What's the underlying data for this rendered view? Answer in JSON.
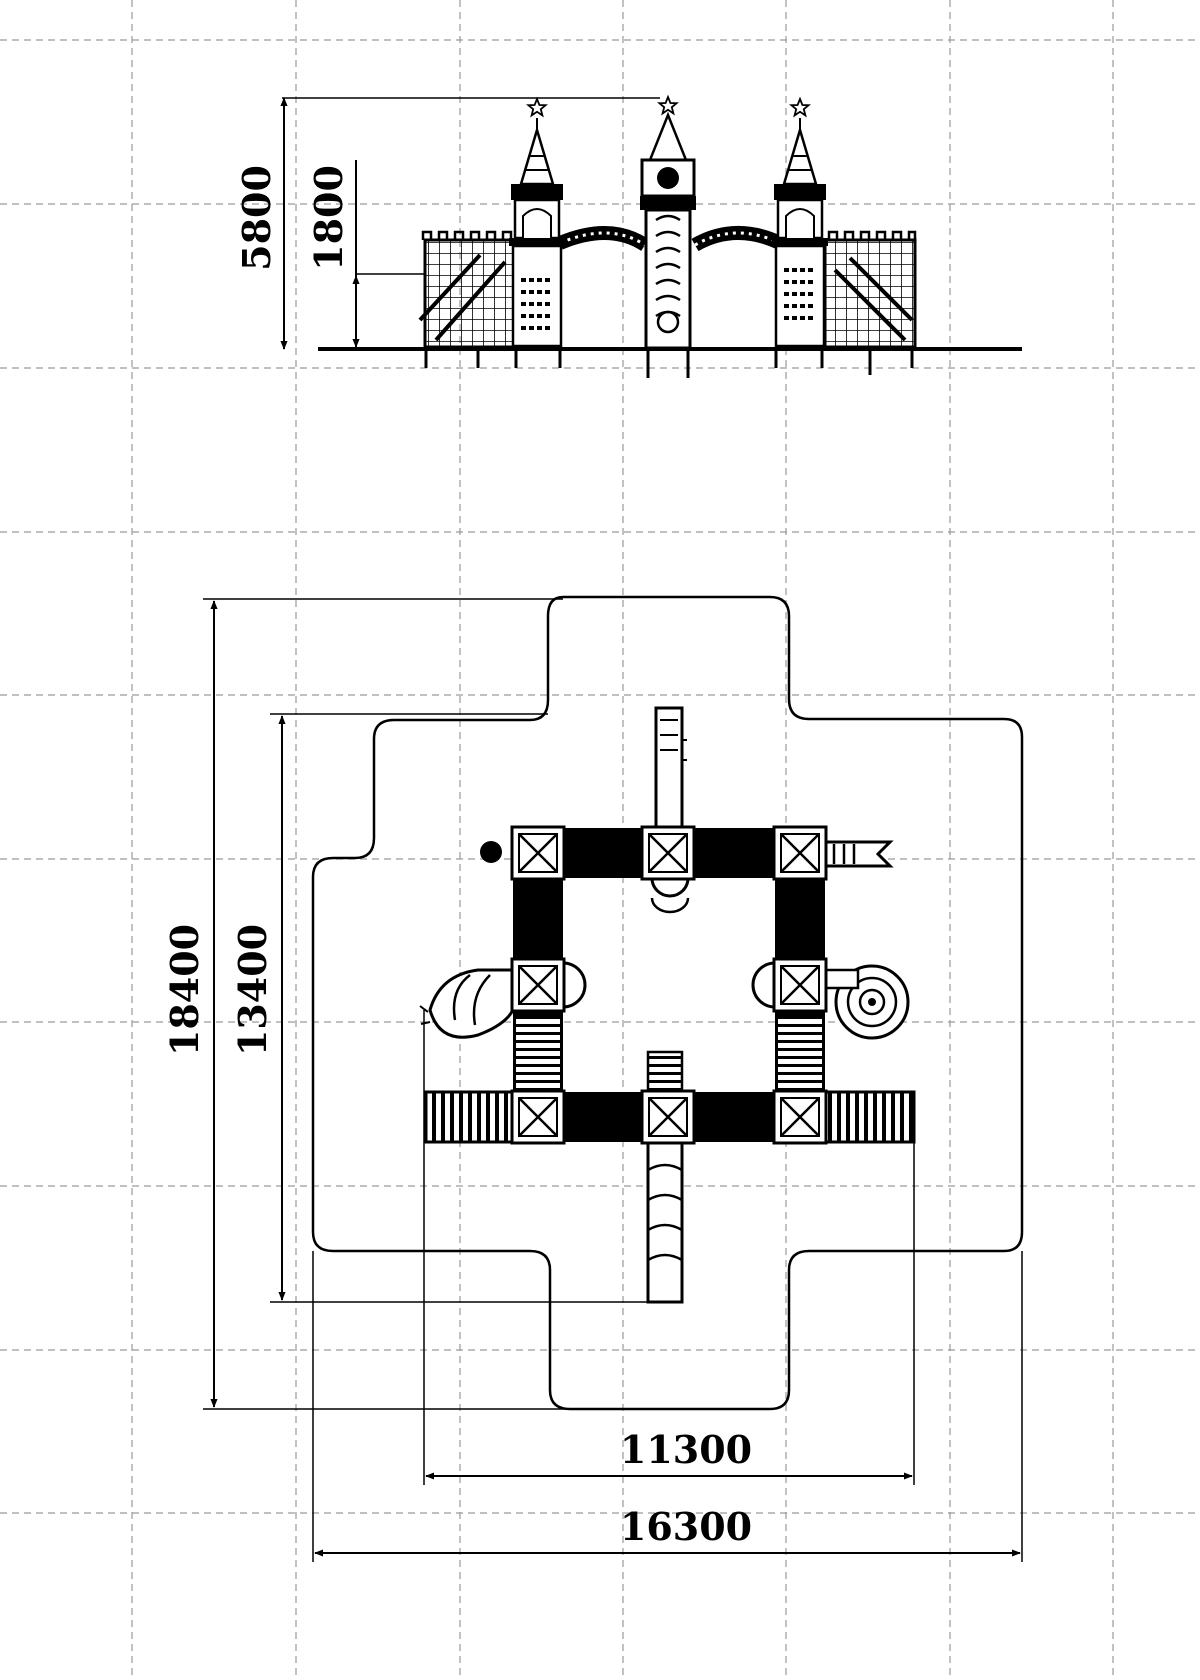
{
  "dimensions": {
    "elevation_total_height": "5800",
    "elevation_platform_height": "1800",
    "plan_total_depth": "18400",
    "plan_structure_depth": "13400",
    "plan_structure_width": "11300",
    "plan_total_width": "16300"
  },
  "icons": {
    "spire": "star-icon",
    "node": "cross-box-icon"
  },
  "colors": {
    "ink": "#000000",
    "grid": "#9a9a9a",
    "background": "#ffffff"
  }
}
